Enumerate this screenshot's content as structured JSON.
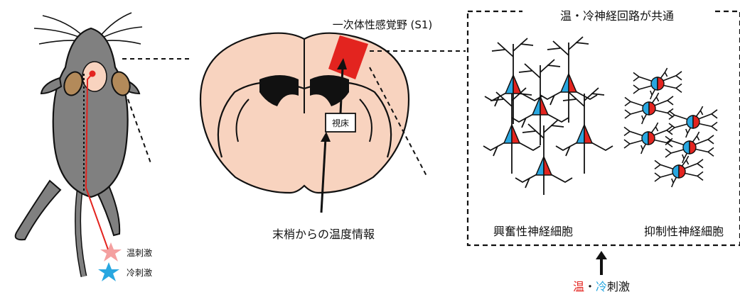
{
  "labels": {
    "s1": "一次体性感覚野 (S1)",
    "thalamus": "視床",
    "peripheral": "末梢からの温度情報",
    "shared_circuit": "温・冷神経回路が共通",
    "excitatory": "興奮性神経細胞",
    "inhibitory": "抑制性神経細胞",
    "warm_stim": "温刺激",
    "cold_stim": "冷刺激",
    "bottom_warm": "温",
    "bottom_dot": "・",
    "bottom_cold": "冷",
    "bottom_suffix": "刺激"
  },
  "colors": {
    "warm": "#e3241f",
    "cold": "#29a7e0",
    "brain": "#f8d3bf",
    "mouse_body": "#808080",
    "mouse_ear": "#b38a5a",
    "line": "#111111"
  }
}
